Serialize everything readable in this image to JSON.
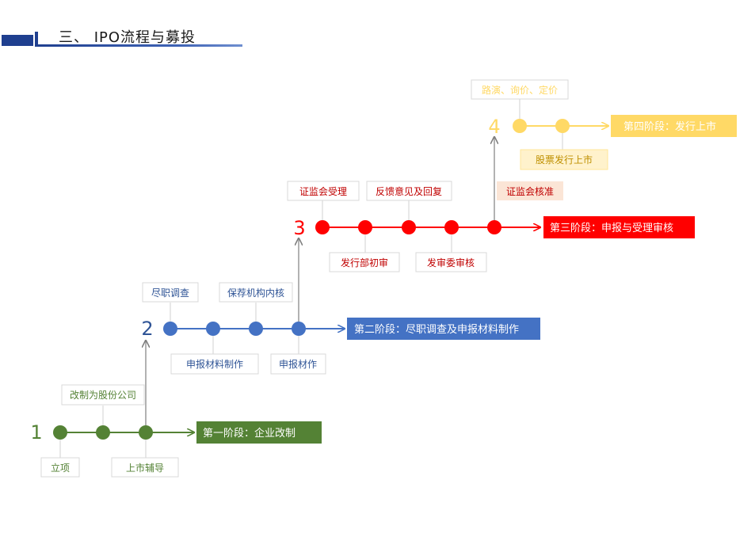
{
  "header": {
    "title": "三、 IPO流程与募投",
    "accent_color": "#1f3f8f"
  },
  "stages": [
    {
      "number": "1",
      "color": "#548235",
      "text_color": "#548235",
      "title": "第一阶段：企业改制",
      "steps_above": [
        "",
        "改制为股份公司",
        ""
      ],
      "steps_below": [
        "立项",
        "",
        "上市辅导"
      ]
    },
    {
      "number": "2",
      "color": "#4472c4",
      "text_color": "#2f5496",
      "title": "第二阶段：尽职调查及申报材料制作",
      "steps_above": [
        "尽职调查",
        "",
        "保荐机构内核",
        ""
      ],
      "steps_below": [
        "",
        "申报材料制作",
        "",
        "申报材作"
      ]
    },
    {
      "number": "3",
      "color": "#ff0000",
      "text_color": "#c00000",
      "title": "第三阶段：申报与受理审核",
      "steps_above": [
        "证监会受理",
        "",
        "反馈意见及回复",
        "",
        ""
      ],
      "steps_below": [
        "",
        "发行部初审",
        "",
        "发审委审核",
        ""
      ],
      "highlight_label": "证监会核准"
    },
    {
      "number": "4",
      "color": "#ffd966",
      "text_color": "#bf9000",
      "title": "第四阶段：发行上市",
      "steps_above": [
        "路演、询价、定价",
        ""
      ],
      "steps_below": [
        "",
        "股票发行上市"
      ]
    }
  ]
}
